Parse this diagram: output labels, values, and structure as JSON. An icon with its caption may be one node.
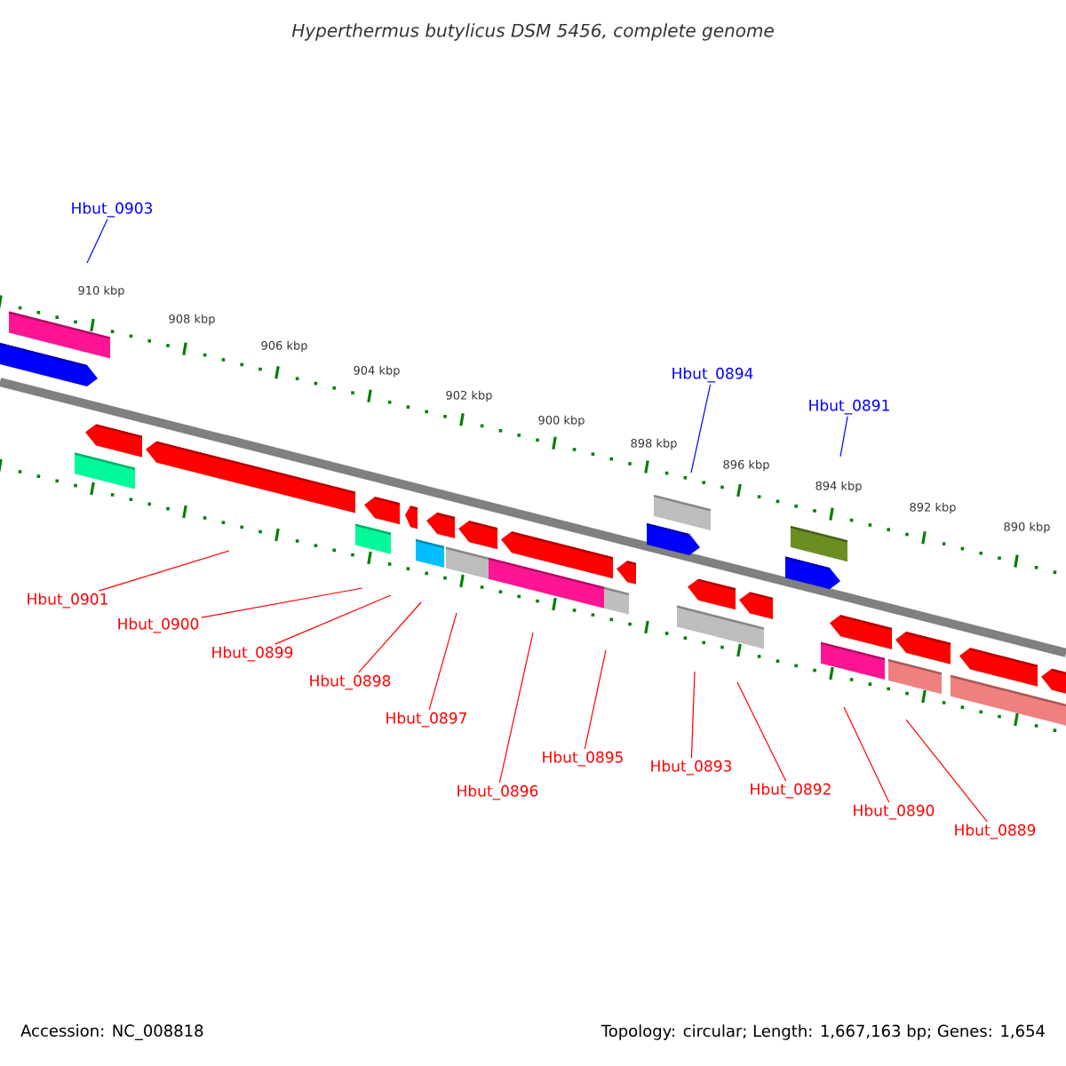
{
  "diagram": {
    "title": "Hyperthermus butylicus DSM 5456, complete genome",
    "nodes": [
      {
        "text": [
          "Hbut_0903"
        ]
      },
      {
        "text": [
          "Hbut_0894"
        ]
      },
      {
        "text": [
          "Hbut_0891"
        ]
      },
      {
        "text": [
          "Hbut_0901"
        ]
      },
      {
        "text": [
          "Hbut_0900"
        ]
      },
      {
        "text": [
          "Hbut_0899"
        ]
      },
      {
        "text": [
          "Hbut_0898"
        ]
      },
      {
        "text": [
          "Hbut_0897"
        ]
      },
      {
        "text": [
          "Hbut_0896"
        ]
      },
      {
        "text": [
          "Hbut_0895"
        ]
      },
      {
        "text": [
          "Hbut_0893"
        ]
      },
      {
        "text": [
          "Hbut_0892"
        ]
      },
      {
        "text": [
          "Hbut_0890"
        ]
      },
      {
        "text": [
          "Hbut_0889"
        ]
      }
    ],
    "edges": [
      {
        "from": 0,
        "to": null,
        "arrow": "none",
        "color": "#0000ff"
      },
      {
        "from": 1,
        "to": null,
        "arrow": "none",
        "color": "#0000ff"
      },
      {
        "from": 2,
        "to": null,
        "arrow": "none",
        "color": "#0000ff"
      },
      {
        "from": 3,
        "to": null,
        "arrow": "none"
      },
      {
        "from": 4,
        "to": null,
        "arrow": "none"
      },
      {
        "from": 5,
        "to": null,
        "arrow": "none"
      },
      {
        "from": 6,
        "to": null,
        "arrow": "none"
      },
      {
        "from": 7,
        "to": null,
        "arrow": "none"
      },
      {
        "from": 8,
        "to": null,
        "arrow": "none"
      },
      {
        "from": 9,
        "to": null,
        "arrow": "none"
      },
      {
        "from": 10,
        "to": null,
        "arrow": "none"
      },
      {
        "from": 11,
        "to": null,
        "arrow": "none"
      },
      {
        "from": 12,
        "to": null,
        "arrow": "none"
      },
      {
        "from": 13,
        "to": null,
        "arrow": "none"
      }
    ],
    "labels": [
      "910 kbp",
      "908 kbp",
      "906 kbp",
      "904 kbp",
      "902 kbp",
      "900 kbp",
      "898 kbp",
      "896 kbp",
      "894 kbp",
      "892 kbp",
      "890 kbp",
      "Accession: NC_008818",
      "Topology: circular; Length: 1,667,163 bp; Genes: 1,654"
    ]
  }
}
